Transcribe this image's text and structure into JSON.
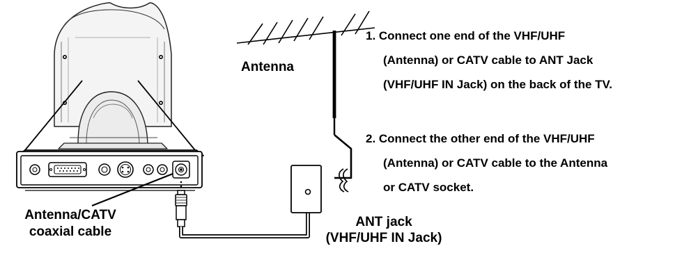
{
  "labels": {
    "antenna": "Antenna",
    "cable_line1": "Antenna/CATV",
    "cable_line2": "coaxial cable",
    "jack_line1": "ANT jack",
    "jack_line2": "(VHF/UHF IN Jack)"
  },
  "steps": [
    {
      "lines": [
        "1. Connect one end of the VHF/UHF",
        "(Antenna) or CATV cable to ANT Jack",
        "(VHF/UHF IN Jack) on the back of the TV."
      ]
    },
    {
      "lines": [
        "2. Connect the other end of the VHF/UHF",
        "(Antenna) or CATV cable to the Antenna",
        "or CATV socket."
      ]
    }
  ]
}
